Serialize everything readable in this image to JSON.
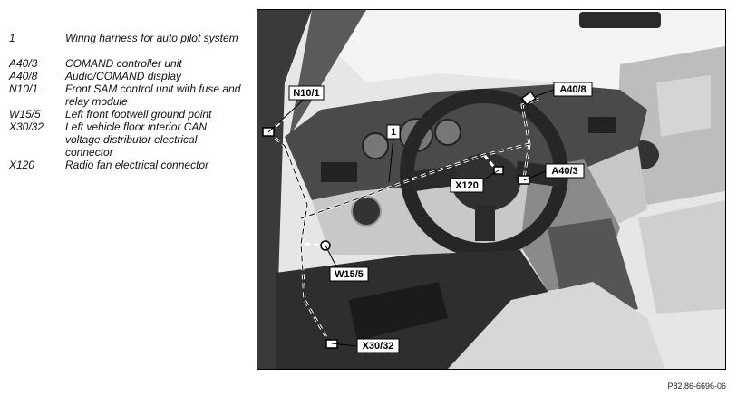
{
  "legend": [
    {
      "code": "1",
      "desc": "Wiring harness for auto pilot system"
    },
    {
      "code": "A40/3",
      "desc": "COMAND controller unit"
    },
    {
      "code": "A40/8",
      "desc": "Audio/COMAND display"
    },
    {
      "code": "N10/1",
      "desc": "Front SAM control unit with fuse and relay module"
    },
    {
      "code": "W15/5",
      "desc": "Left front footwell ground point"
    },
    {
      "code": "X30/32",
      "desc": "Left vehicle floor interior CAN voltage distributor electrical connector"
    },
    {
      "code": "X120",
      "desc": "Radio fan electrical connector"
    }
  ],
  "callouts": {
    "n10_1": "N10/1",
    "a40_8": "A40/8",
    "one": "1",
    "a40_3": "A40/3",
    "x120": "X120",
    "w15_5": "W15/5",
    "x30_32": "X30/32"
  },
  "reference": "P82.86-6696-06"
}
